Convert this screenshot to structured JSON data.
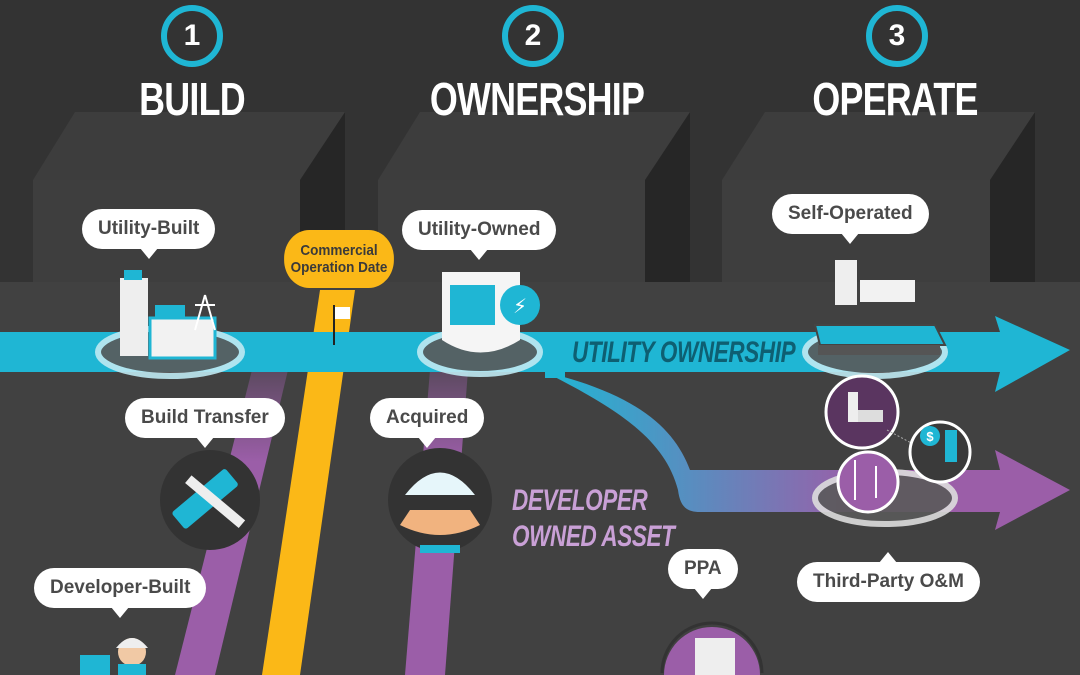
{
  "steps": [
    {
      "number": "1",
      "title": "BUILD"
    },
    {
      "number": "2",
      "title": "OWNERSHIP"
    },
    {
      "number": "3",
      "title": "OPERATE"
    }
  ],
  "labels": {
    "utility_built": "Utility-Built",
    "utility_owned": "Utility-Owned",
    "self_operated": "Self-Operated",
    "build_transfer": "Build Transfer",
    "acquired": "Acquired",
    "developer_built": "Developer-Built",
    "ppa": "PPA",
    "third_party_om": "Third-Party O&M",
    "commercial_operation_date_line1": "Commercial",
    "commercial_operation_date_line2": "Operation Date"
  },
  "bands": {
    "utility_ownership": "UTILITY OWNERSHIP",
    "developer_owned_line1": "DEVELOPER",
    "developer_owned_line2": "OWNED ASSET"
  },
  "colors": {
    "cyan": "#1fb6d4",
    "purple": "#9b5ea8",
    "yellow": "#fbb817",
    "background": "#333333"
  }
}
